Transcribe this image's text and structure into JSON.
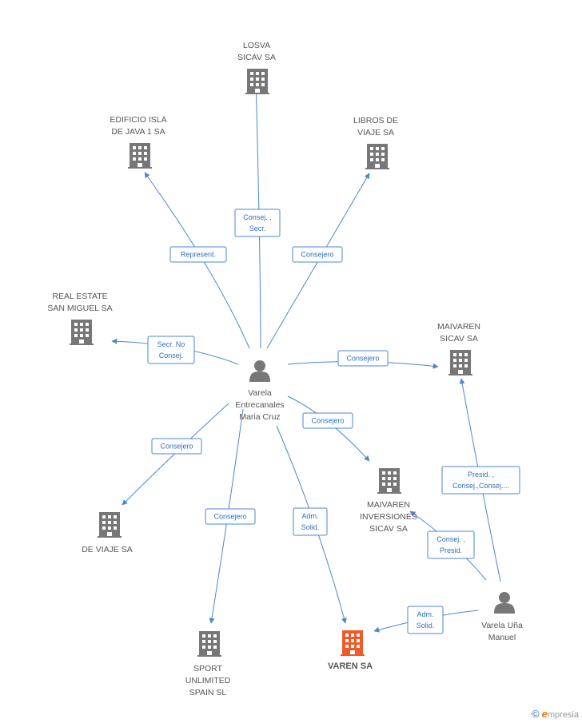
{
  "colors": {
    "edge": "#4a86d6",
    "building": "#777777",
    "building_highlight": "#f05a28",
    "person": "#777777",
    "label": "#555555"
  },
  "nodes": [
    {
      "id": "losva",
      "type": "building",
      "lines": [
        "LOSVA",
        "SICAV SA"
      ]
    },
    {
      "id": "edificio",
      "type": "building",
      "lines": [
        "EDIFICIO ISLA",
        "DE JAVA 1 SA"
      ]
    },
    {
      "id": "libros",
      "type": "building",
      "lines": [
        "LIBROS DE",
        "VIAJE SA"
      ]
    },
    {
      "id": "realestate",
      "type": "building",
      "lines": [
        "REAL ESTATE",
        "SAN MIGUEL SA"
      ]
    },
    {
      "id": "maivarensicav",
      "type": "building",
      "lines": [
        "MAIVAREN",
        "SICAV SA"
      ]
    },
    {
      "id": "varela",
      "type": "person",
      "lines": [
        "Varela",
        "Entrecanales",
        "Maria Cruz"
      ]
    },
    {
      "id": "maivareninv",
      "type": "building",
      "lines": [
        "MAIVAREN",
        "INVERSIONES",
        "SICAV SA"
      ]
    },
    {
      "id": "deviaje",
      "type": "building",
      "lines": [
        "DE VIAJE SA"
      ]
    },
    {
      "id": "sport",
      "type": "building",
      "lines": [
        "SPORT",
        "UNLIMITED",
        "SPAIN  SL"
      ]
    },
    {
      "id": "varen",
      "type": "building",
      "highlight": true,
      "lines": [
        "VAREN SA"
      ]
    },
    {
      "id": "manuel",
      "type": "person",
      "lines": [
        "Varela Uña",
        "Manuel"
      ]
    }
  ],
  "edges": [
    {
      "id": "e1",
      "lines": [
        "Consej. ,",
        "Secr."
      ]
    },
    {
      "id": "e2",
      "lines": [
        "Represent."
      ]
    },
    {
      "id": "e3",
      "lines": [
        "Consejero"
      ]
    },
    {
      "id": "e4",
      "lines": [
        "Secr.  No",
        "Consej."
      ]
    },
    {
      "id": "e5",
      "lines": [
        "Consejero"
      ]
    },
    {
      "id": "e6",
      "lines": [
        "Consejero"
      ]
    },
    {
      "id": "e7",
      "lines": [
        "Consejero"
      ]
    },
    {
      "id": "e8",
      "lines": [
        "Consejero"
      ]
    },
    {
      "id": "e9",
      "lines": [
        "Adm.",
        "Solid."
      ]
    },
    {
      "id": "e10",
      "lines": [
        "Presid. ,",
        "Consej.,Consej...."
      ]
    },
    {
      "id": "e11",
      "lines": [
        "Consej. ,",
        "Presid."
      ]
    },
    {
      "id": "e12",
      "lines": [
        "Adm.",
        "Solid."
      ]
    }
  ],
  "brand": {
    "copyright": "©",
    "name_initial": "e",
    "name_rest": "mpresia"
  }
}
